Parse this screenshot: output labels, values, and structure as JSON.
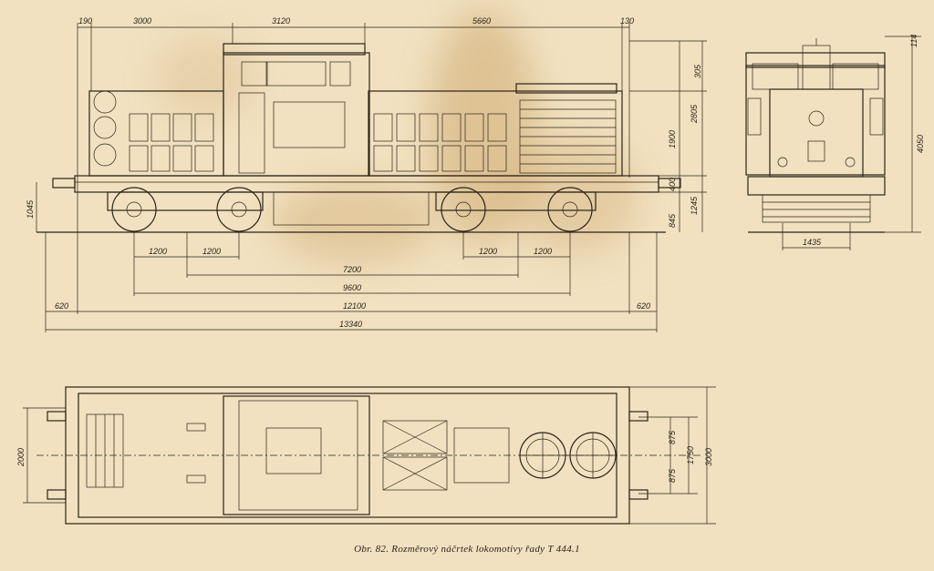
{
  "caption": "Obr. 82. Rozměrový náčrtek lokomotivy řady T 444.1",
  "side_view": {
    "top_dims": [
      "190",
      "3000",
      "3120",
      "5660",
      "130"
    ],
    "right_dims": [
      "305",
      "2805",
      "1900",
      "400",
      "1245",
      "845"
    ],
    "left_dim": "1045",
    "bottom_dims": [
      "1200",
      "1200",
      "1200",
      "1200",
      "7200",
      "9600",
      "620",
      "12100",
      "620",
      "13340"
    ]
  },
  "end_view": {
    "dims": [
      "114",
      "4050",
      "1435"
    ]
  },
  "plan_view": {
    "dims": [
      "2000",
      "875",
      "875",
      "1750",
      "3000"
    ]
  }
}
